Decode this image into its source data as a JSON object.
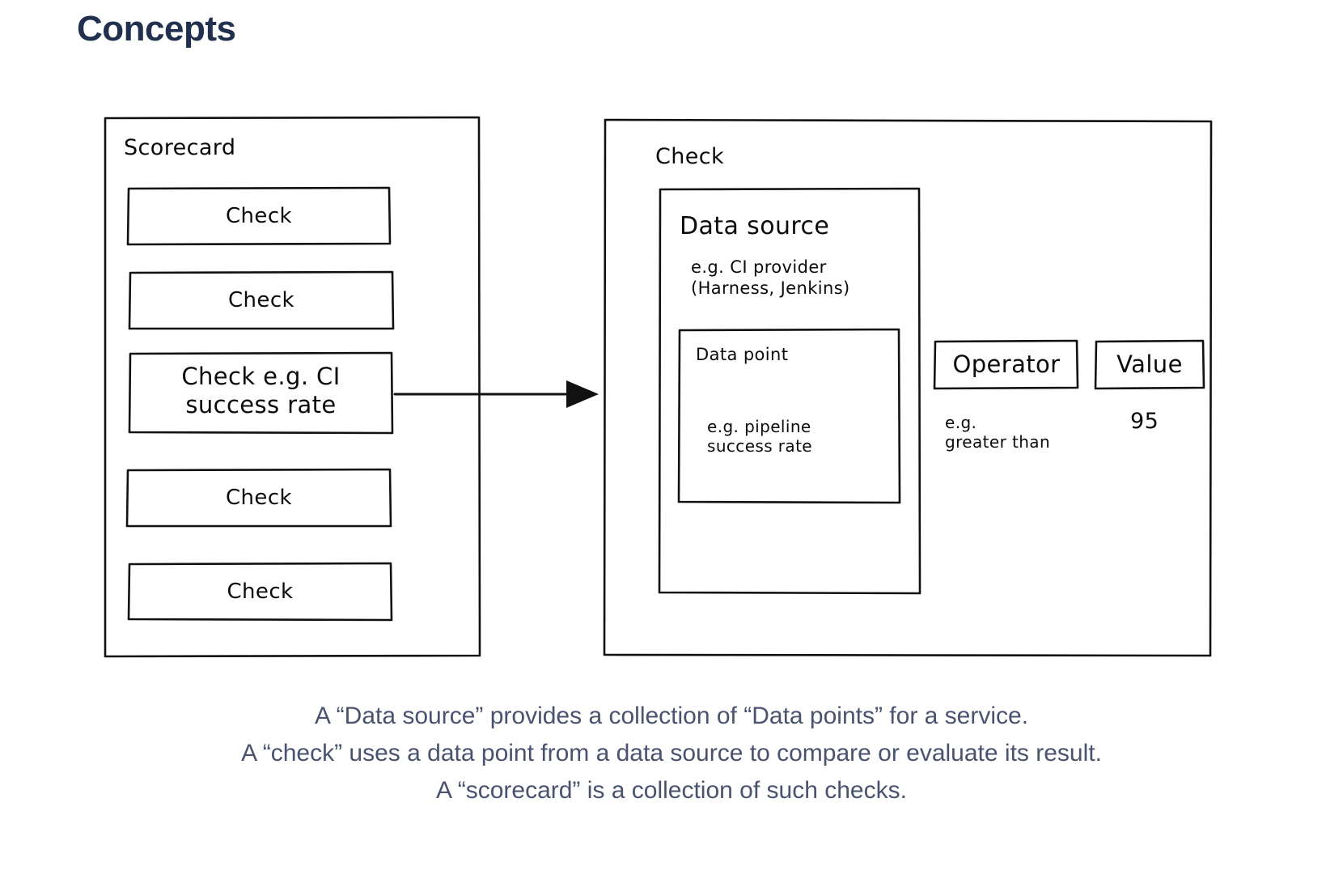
{
  "page": {
    "title": "Concepts",
    "title_color": "#22304f",
    "background": "#ffffff",
    "stroke_color": "#111111",
    "caption_color": "#49536f"
  },
  "scorecard": {
    "label": "Scorecard",
    "checks": [
      {
        "label": "Check"
      },
      {
        "label": "Check"
      },
      {
        "label": "Check e.g. CI\nsuccess rate"
      },
      {
        "label": "Check"
      },
      {
        "label": "Check"
      }
    ]
  },
  "connector": {
    "name": "arrow-right",
    "from": "scorecard-check-3",
    "to": "check-detail-panel"
  },
  "check_detail": {
    "label": "Check",
    "data_source": {
      "label": "Data source",
      "example": "e.g. CI provider\n(Harness, Jenkins)",
      "data_point": {
        "label": "Data point",
        "example": "e.g. pipeline\nsuccess rate"
      }
    },
    "operator": {
      "label": "Operator",
      "example": "e.g.\ngreater than"
    },
    "value": {
      "label": "Value",
      "example": "95"
    }
  },
  "caption": {
    "lines": [
      "A “Data source” provides a collection of “Data points” for a service.",
      "A “check” uses a data point from a data source to compare or evaluate its result.",
      "A “scorecard” is a collection of such checks."
    ]
  }
}
